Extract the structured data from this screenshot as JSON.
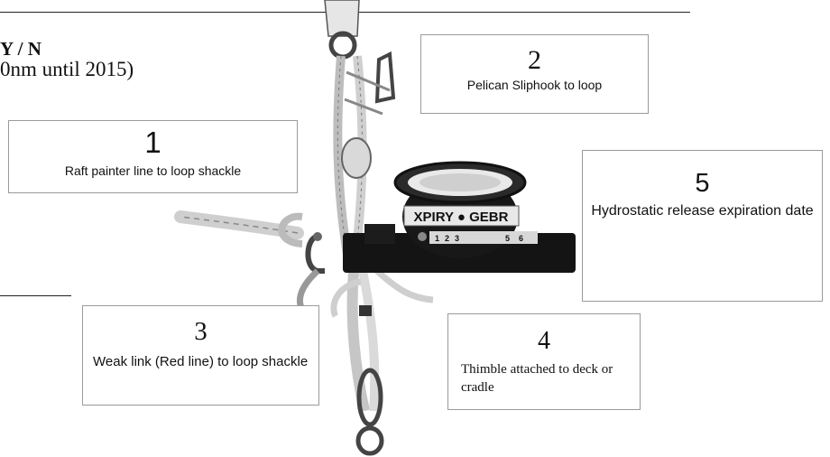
{
  "header": {
    "yes_no": "Y / N",
    "note": "0nm until 2015)"
  },
  "device": {
    "dial_text": "XPIRY ● GEBR",
    "dial_numbers": [
      "1",
      "2",
      "3",
      "5",
      "6"
    ]
  },
  "callouts": [
    {
      "number": "1",
      "text": "Raft painter line to loop shackle"
    },
    {
      "number": "2",
      "text": "Pelican Sliphook to loop"
    },
    {
      "number": "3",
      "text": "Weak link (Red line) to loop shackle"
    },
    {
      "number": "4",
      "text": "Thimble attached to deck or cradle"
    },
    {
      "number": "5",
      "text": "Hydrostatic release expiration date"
    }
  ],
  "colors": {
    "rope": "#d6d6d6",
    "metal": "#5a5a5a",
    "unit_body": "#141414",
    "dial_band": "#e8e8e8",
    "box_border": "#9a9a9a"
  }
}
